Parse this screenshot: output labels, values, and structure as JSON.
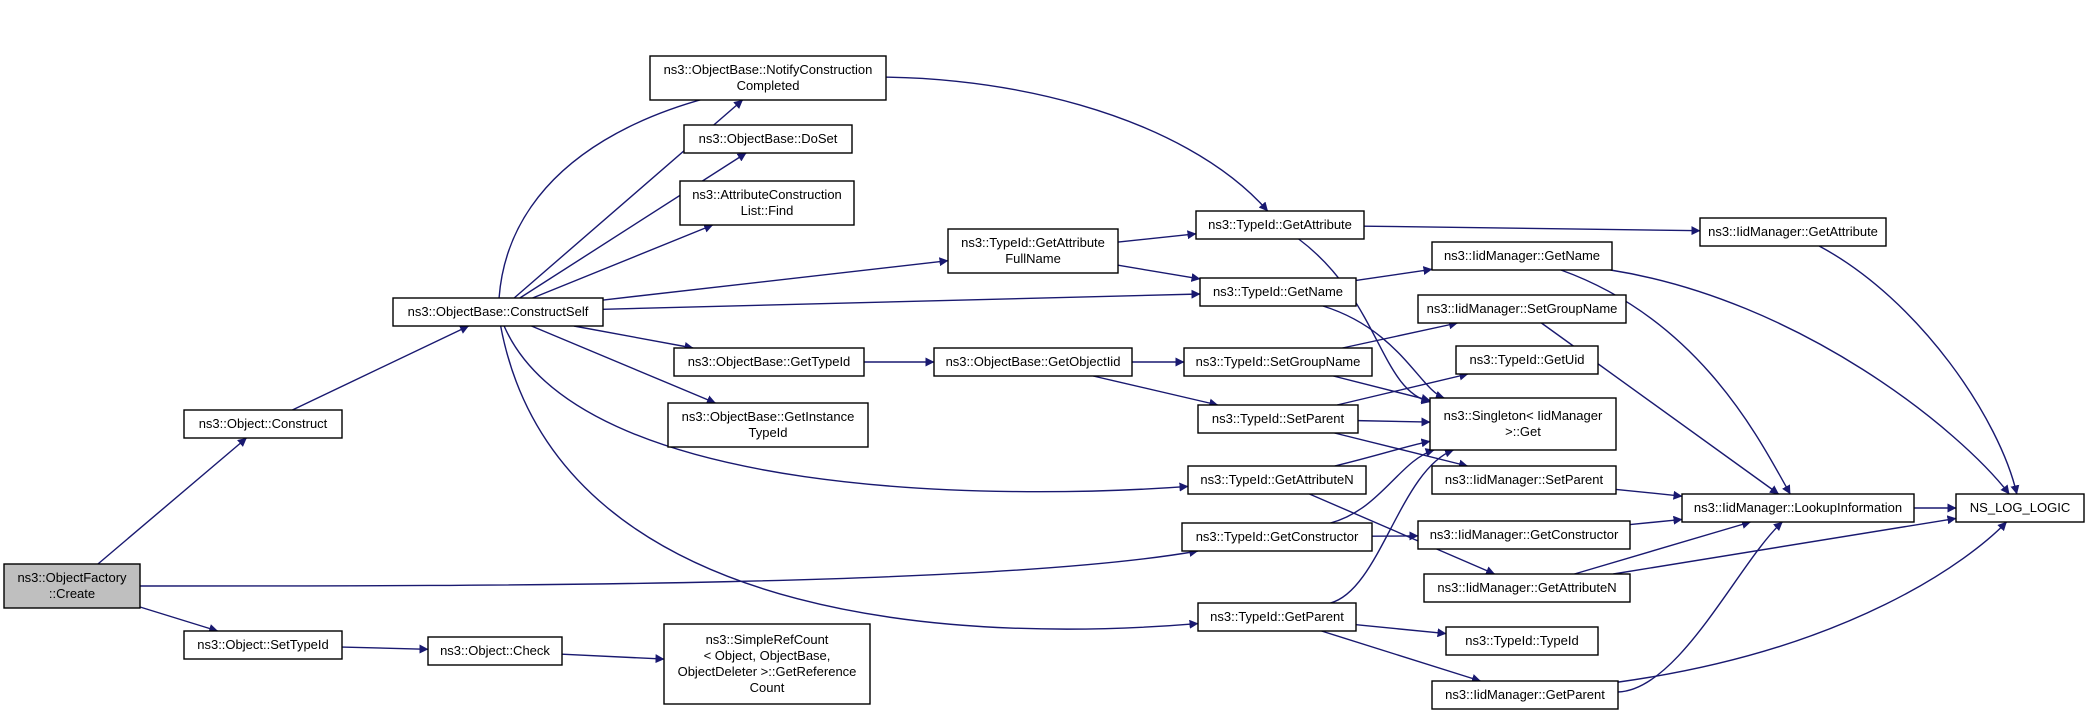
{
  "colors": {
    "edge": "#191970",
    "root_fill": "#bfbfbf",
    "node_fill": "#ffffff",
    "border": "#000000"
  },
  "nodes": [
    {
      "id": "create",
      "lines": [
        "ns3::ObjectFactory",
        "::Create"
      ],
      "root": true
    },
    {
      "id": "construct",
      "lines": [
        "ns3::Object::Construct"
      ]
    },
    {
      "id": "settypeid",
      "lines": [
        "ns3::Object::SetTypeId"
      ]
    },
    {
      "id": "constructself",
      "lines": [
        "ns3::ObjectBase::ConstructSelf"
      ]
    },
    {
      "id": "notify",
      "lines": [
        "ns3::ObjectBase::NotifyConstruction",
        "Completed"
      ]
    },
    {
      "id": "doset",
      "lines": [
        "ns3::ObjectBase::DoSet"
      ]
    },
    {
      "id": "attrfind",
      "lines": [
        "ns3::AttributeConstruction",
        "List::Find"
      ]
    },
    {
      "id": "gettypeid",
      "lines": [
        "ns3::ObjectBase::GetTypeId"
      ]
    },
    {
      "id": "getinstance",
      "lines": [
        "ns3::ObjectBase::GetInstance",
        "TypeId"
      ]
    },
    {
      "id": "check",
      "lines": [
        "ns3::Object::Check"
      ]
    },
    {
      "id": "simplerefcount",
      "lines": [
        "ns3::SimpleRefCount",
        "< Object, ObjectBase,",
        "ObjectDeleter >::GetReference",
        "Count"
      ]
    },
    {
      "id": "getattrfullname",
      "lines": [
        "ns3::TypeId::GetAttribute",
        "FullName"
      ]
    },
    {
      "id": "getobjectiid",
      "lines": [
        "ns3::ObjectBase::GetObjectIid"
      ]
    },
    {
      "id": "getattribute",
      "lines": [
        "ns3::TypeId::GetAttribute"
      ]
    },
    {
      "id": "getname",
      "lines": [
        "ns3::TypeId::GetName"
      ]
    },
    {
      "id": "setgroupname",
      "lines": [
        "ns3::TypeId::SetGroupName"
      ]
    },
    {
      "id": "setparent",
      "lines": [
        "ns3::TypeId::SetParent"
      ]
    },
    {
      "id": "getattributen",
      "lines": [
        "ns3::TypeId::GetAttributeN"
      ]
    },
    {
      "id": "getconstructor",
      "lines": [
        "ns3::TypeId::GetConstructor"
      ]
    },
    {
      "id": "getparent",
      "lines": [
        "ns3::TypeId::GetParent"
      ]
    },
    {
      "id": "singleton",
      "lines": [
        "ns3::Singleton< IidManager",
        ">::Get"
      ]
    },
    {
      "id": "getuid",
      "lines": [
        "ns3::TypeId::GetUid"
      ]
    },
    {
      "id": "typeidctor",
      "lines": [
        "ns3::TypeId::TypeId"
      ]
    },
    {
      "id": "iid_getname",
      "lines": [
        "ns3::IidManager::GetName"
      ]
    },
    {
      "id": "iid_setgroupname",
      "lines": [
        "ns3::IidManager::SetGroupName"
      ]
    },
    {
      "id": "iid_setparent",
      "lines": [
        "ns3::IidManager::SetParent"
      ]
    },
    {
      "id": "iid_getconstructor",
      "lines": [
        "ns3::IidManager::GetConstructor"
      ]
    },
    {
      "id": "iid_getattributen",
      "lines": [
        "ns3::IidManager::GetAttributeN"
      ]
    },
    {
      "id": "iid_getparent",
      "lines": [
        "ns3::IidManager::GetParent"
      ]
    },
    {
      "id": "iid_getattribute",
      "lines": [
        "ns3::IidManager::GetAttribute"
      ]
    },
    {
      "id": "iid_lookup",
      "lines": [
        "ns3::IidManager::LookupInformation"
      ]
    },
    {
      "id": "nslog",
      "lines": [
        "NS_LOG_LOGIC"
      ]
    }
  ],
  "edges": [
    {
      "from": "create",
      "to": "construct"
    },
    {
      "from": "create",
      "to": "settypeid"
    },
    {
      "from": "create",
      "to": "getconstructor"
    },
    {
      "from": "construct",
      "to": "constructself"
    },
    {
      "from": "settypeid",
      "to": "check"
    },
    {
      "from": "check",
      "to": "simplerefcount"
    },
    {
      "from": "constructself",
      "to": "notify"
    },
    {
      "from": "constructself",
      "to": "doset"
    },
    {
      "from": "constructself",
      "to": "attrfind"
    },
    {
      "from": "constructself",
      "to": "getattribute"
    },
    {
      "from": "constructself",
      "to": "getattrfullname"
    },
    {
      "from": "constructself",
      "to": "getname"
    },
    {
      "from": "constructself",
      "to": "gettypeid"
    },
    {
      "from": "constructself",
      "to": "getinstance"
    },
    {
      "from": "constructself",
      "to": "getattributen"
    },
    {
      "from": "constructself",
      "to": "getparent"
    },
    {
      "from": "gettypeid",
      "to": "getobjectiid"
    },
    {
      "from": "getobjectiid",
      "to": "setgroupname"
    },
    {
      "from": "getobjectiid",
      "to": "setparent"
    },
    {
      "from": "getattrfullname",
      "to": "getattribute"
    },
    {
      "from": "getattrfullname",
      "to": "getname"
    },
    {
      "from": "getattribute",
      "to": "iid_getattribute"
    },
    {
      "from": "getattribute",
      "to": "singleton"
    },
    {
      "from": "getname",
      "to": "iid_getname"
    },
    {
      "from": "getname",
      "to": "singleton"
    },
    {
      "from": "setgroupname",
      "to": "iid_setgroupname"
    },
    {
      "from": "setgroupname",
      "to": "singleton"
    },
    {
      "from": "setparent",
      "to": "getuid"
    },
    {
      "from": "setparent",
      "to": "singleton"
    },
    {
      "from": "setparent",
      "to": "iid_setparent"
    },
    {
      "from": "getattributen",
      "to": "singleton"
    },
    {
      "from": "getattributen",
      "to": "iid_getattributen"
    },
    {
      "from": "getconstructor",
      "to": "singleton"
    },
    {
      "from": "getconstructor",
      "to": "iid_getconstructor"
    },
    {
      "from": "getparent",
      "to": "singleton"
    },
    {
      "from": "getparent",
      "to": "typeidctor"
    },
    {
      "from": "getparent",
      "to": "iid_getparent"
    },
    {
      "from": "iid_getname",
      "to": "iid_lookup"
    },
    {
      "from": "iid_getname",
      "to": "nslog"
    },
    {
      "from": "iid_setgroupname",
      "to": "iid_lookup"
    },
    {
      "from": "iid_setparent",
      "to": "iid_lookup"
    },
    {
      "from": "iid_getconstructor",
      "to": "iid_lookup"
    },
    {
      "from": "iid_getattributen",
      "to": "iid_lookup"
    },
    {
      "from": "iid_getattributen",
      "to": "nslog"
    },
    {
      "from": "iid_getparent",
      "to": "iid_lookup"
    },
    {
      "from": "iid_getparent",
      "to": "nslog"
    },
    {
      "from": "iid_getattribute",
      "to": "nslog"
    },
    {
      "from": "iid_lookup",
      "to": "nslog"
    }
  ]
}
